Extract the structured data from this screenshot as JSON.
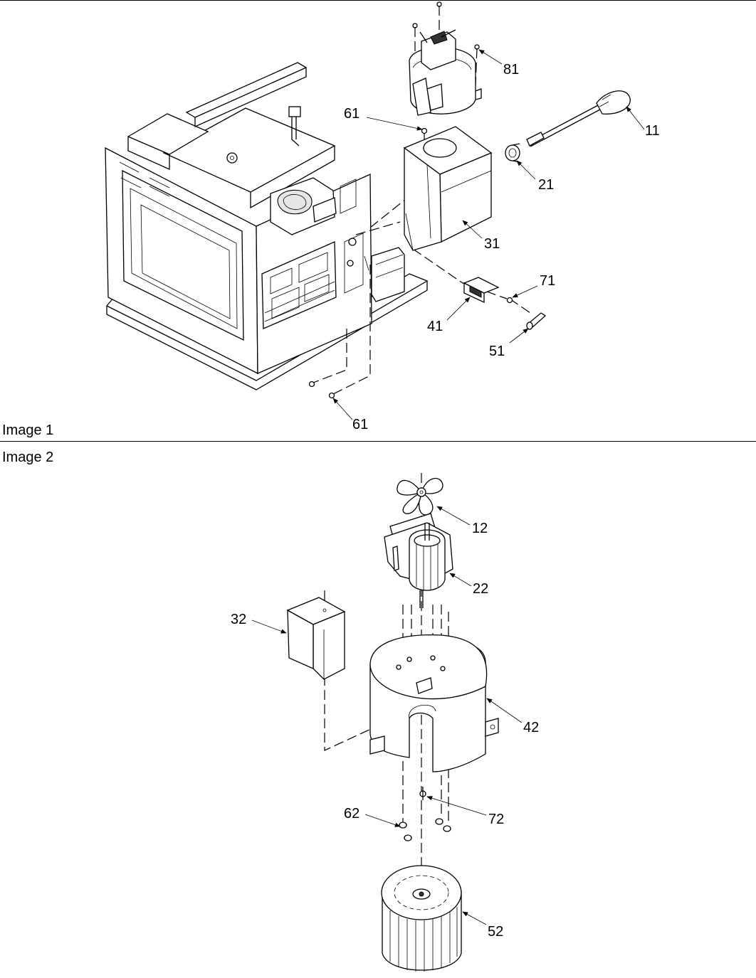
{
  "panels": [
    {
      "id": "image-1",
      "label": "Image 1",
      "callouts": [
        "81",
        "61",
        "11",
        "21",
        "31",
        "71",
        "41",
        "51",
        "61"
      ]
    },
    {
      "id": "image-2",
      "label": "Image 2",
      "callouts": [
        "12",
        "22",
        "32",
        "42",
        "62",
        "72",
        "52"
      ]
    }
  ]
}
